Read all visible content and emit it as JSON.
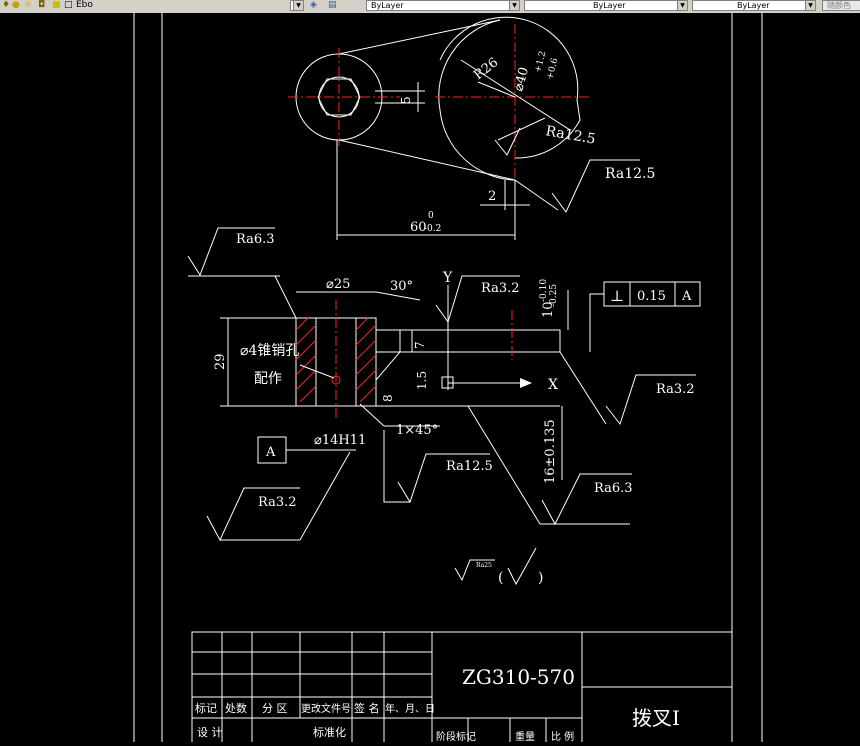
{
  "toolbar": {
    "layer_value": "Ebo",
    "color_value": "ByLayer",
    "linetype_value": "ByLayer",
    "lineweight_value": "ByLayer",
    "plotstyle_value": "随颜色"
  },
  "drawing": {
    "top_view": {
      "r26": "R26",
      "dia40": "⌀40",
      "dia40_tol_upper": "+1.2",
      "dia40_tol_lower": "+0.6",
      "dim5": "5",
      "dim2": "2",
      "dim60": "60",
      "dim60_upper": "0",
      "dim60_lower": "-0.2",
      "ra12_5_a": "Ra12.5",
      "ra12_5_b": "Ra12.5"
    },
    "front_view": {
      "ra6_3_top": "Ra6.3",
      "dia25": "⌀25",
      "angle30": "30°",
      "y_label": "Y",
      "x_label": "X",
      "ra3_2_top": "Ra3.2",
      "dim10": "10",
      "dim10_upper": "-0.10",
      "dim10_lower": "-0.25",
      "perp_symbol": "⊥",
      "perp_value": "0.15",
      "datum_ref": "A",
      "ra3_2_right": "Ra3.2",
      "dim29": "29",
      "pin_hole_1": "⌀4锥销孔",
      "pin_hole_2": "配作",
      "dim7": "7",
      "dim1_5": "1.5",
      "dim8": "8",
      "chamfer": "1×45°",
      "dim16": "16±0.135",
      "datum_a": "A",
      "dia14": "⌀14H11",
      "ra12_5_mid": "Ra12.5",
      "ra3_2_left": "Ra3.2",
      "ra6_3_right": "Ra6.3",
      "general_ra": "Ra25",
      "general_paren_open": "(",
      "general_paren_close": ")"
    }
  },
  "title_block": {
    "material": "ZG310-570",
    "part_name": "拨叉I",
    "h_mark": "标记",
    "h_count": "处数",
    "h_zone": "分 区",
    "h_doc": "更改文件号",
    "h_sign": "签 名",
    "h_date": "年、月、日",
    "h_design": "设 计",
    "h_std": "标准化",
    "h_stage": "阶段标记",
    "h_weight": "重量",
    "h_scale": "比 例"
  }
}
